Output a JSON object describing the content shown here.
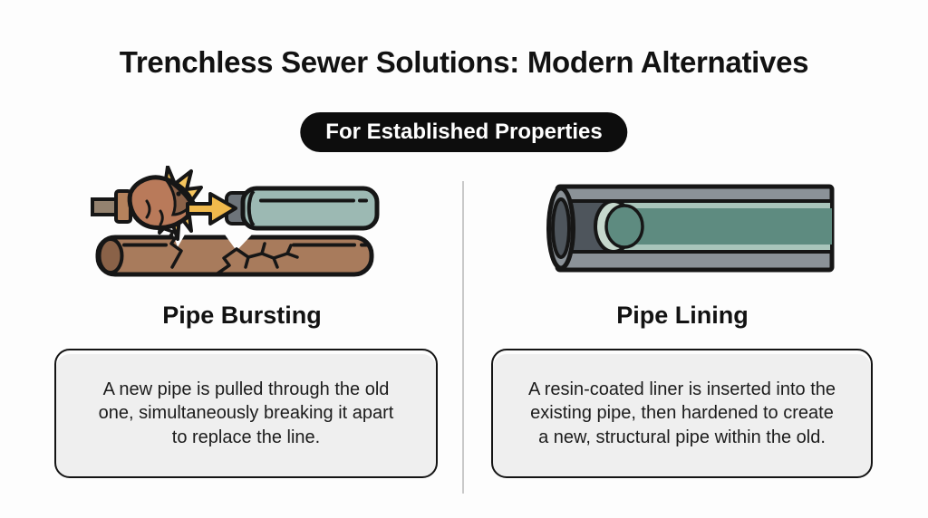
{
  "header": {
    "title": "Trenchless Sewer Solutions: Modern Alternatives",
    "badge": "For Established Properties"
  },
  "panels": [
    {
      "id": "pipe-bursting",
      "heading": "Pipe Bursting",
      "description": "A new pipe is pulled through the old\none, simultaneously breaking it apart\nto replace the line.",
      "illustration": "pipe-bursting-diagram"
    },
    {
      "id": "pipe-lining",
      "heading": "Pipe Lining",
      "description": "A resin-coated liner is inserted into the\nexisting pipe, then hardened to create\na new, structural pipe within the old.",
      "illustration": "pipe-lining-diagram"
    }
  ],
  "colors": {
    "page_bg": "#fdfdfd",
    "title_text": "#121212",
    "badge_bg": "#0d0d0d",
    "badge_text": "#ffffff",
    "box_bg": "#efefef",
    "box_border": "#141414",
    "box_text": "#1c1c1c",
    "divider": "#c9c9c9",
    "outline": "#161616",
    "old_pipe": "#a87b5c",
    "old_pipe_end": "#8a6248",
    "head": "#b97a5a",
    "head_dark": "#8a6148",
    "star": "#f6c55e",
    "arrow": "#f0b94c",
    "rod": "#94826f",
    "collar": "#b5825c",
    "new_pipe": "#9cb9b3",
    "pipe_opening": "#6d747a",
    "lin_outer": "#8b9298",
    "lin_bore": "#4e555c",
    "liner_light": "#a9c5bb",
    "liner_rim": "#c6d8cd",
    "liner_dark": "#5e8b80"
  }
}
